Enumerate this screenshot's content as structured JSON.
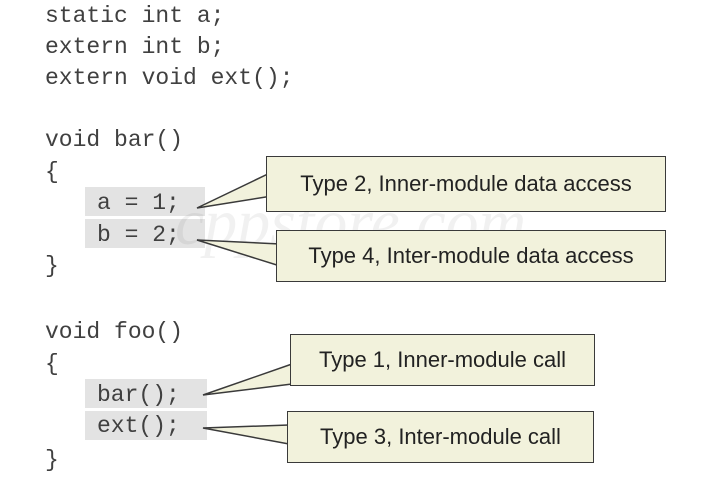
{
  "code": {
    "decl_a": "static int a;",
    "decl_b": "extern int b;",
    "decl_ext": "extern void ext();",
    "bar_sig": "void bar()",
    "bar_open": "{",
    "stmt_a": "a = 1;",
    "stmt_b": "b = 2;",
    "bar_close": "}",
    "foo_sig": "void foo()",
    "foo_open": "{",
    "stmt_bar": "bar();",
    "stmt_ext": "ext();",
    "foo_close": "}"
  },
  "callouts": {
    "type2": "Type 2, Inner-module data access",
    "type4": "Type 4, Inter-module data access",
    "type1": "Type 1, Inner-module call",
    "type3": "Type 3, Inter-module call"
  },
  "watermark": "cppstore.com",
  "colors": {
    "code_text": "#404040",
    "highlight": "#e3e3e3",
    "callout_fill": "#f2f2dc",
    "callout_border": "#3a3a3a"
  }
}
